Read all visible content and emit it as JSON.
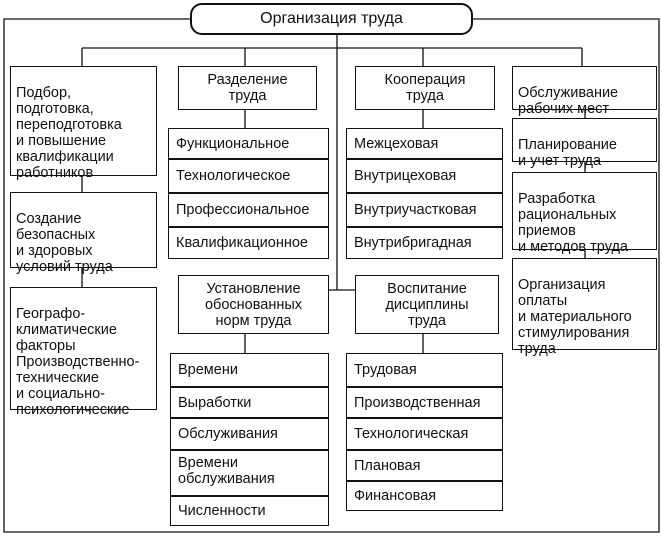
{
  "diagram": {
    "root": "Организация труда",
    "left": {
      "training": "Подбор,\nподготовка,\nпереподготовка\nи повышение\nквалификации\nработников",
      "safety": "Создание\nбезопасных\nи здоровых\nусловий труда",
      "factors": "Географо-\nклиматические\nфакторы\nПроизводственно-\nтехнические\nи социально-\nпсихологические"
    },
    "division": {
      "title": "Разделение\nтруда",
      "items": [
        "Функциональное",
        "Технологическое",
        "Профессиональное",
        "Квалификационное"
      ]
    },
    "cooperation": {
      "title": "Кооперация\nтруда",
      "items": [
        "Межцеховая",
        "Внутрицеховая",
        "Внутриучастковая",
        "Внутрибригадная"
      ]
    },
    "norms": {
      "title": "Установление\nобоснованных\nнорм труда",
      "items": [
        "Времени",
        "Выработки",
        "Обслуживания",
        "Времени\nобслуживания",
        "Численности"
      ]
    },
    "discipline": {
      "title": "Воспитание\nдисциплины\nтруда",
      "items": [
        "Трудовая",
        "Производственная",
        "Технологическая",
        "Плановая",
        "Финансовая"
      ]
    },
    "right": {
      "workplace": "Обслуживание\nрабочих мест",
      "planning": "Планирование\nи учет труда",
      "methods": "Разработка\nрациональных\nприемов\nи методов труда",
      "payment": "Организация\nоплаты\nи материального\nстимулирования\nтруда"
    }
  }
}
